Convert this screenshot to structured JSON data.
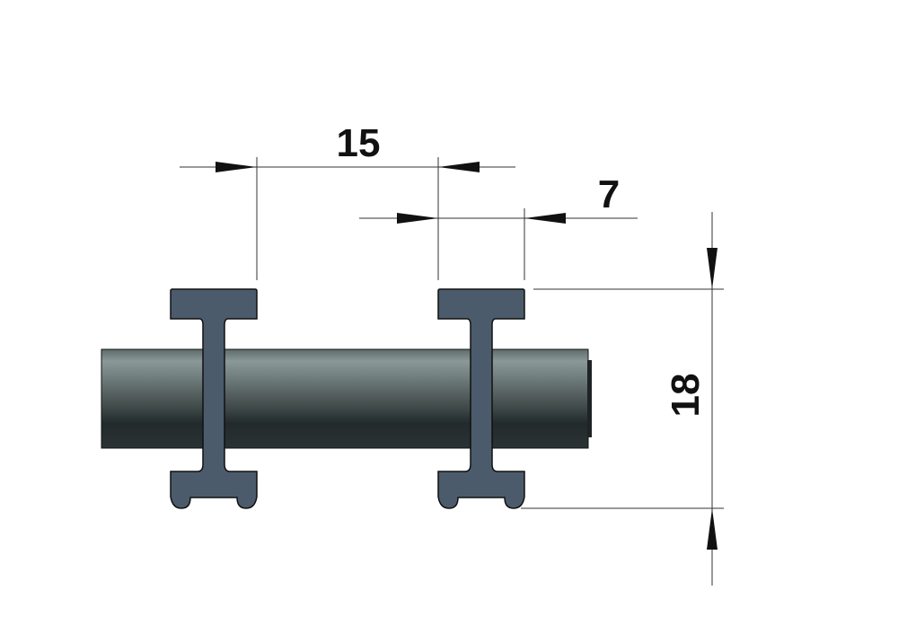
{
  "dimensions": {
    "pitch": "15",
    "flange_width": "7",
    "height": "18"
  },
  "colors": {
    "profile": "#4b5b6b",
    "tube_light": "#7f8d8c",
    "tube_dark": "#1e2426"
  }
}
